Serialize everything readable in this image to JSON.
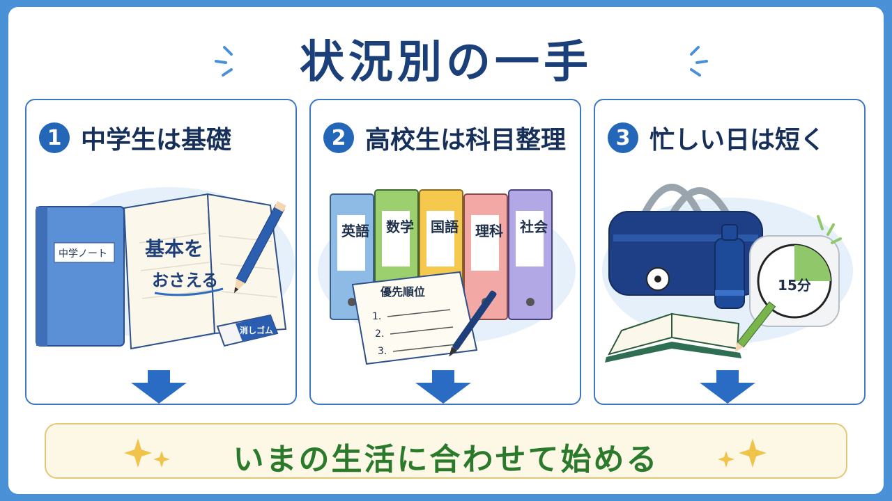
{
  "title": "状況別の一手",
  "panels": [
    {
      "number": "1",
      "heading": "中学生は基礎",
      "notebook_label": "中学ノート",
      "page_text_line1": "基本を",
      "page_text_line2": "おさえる",
      "eraser_label": "消しゴム"
    },
    {
      "number": "2",
      "heading": "高校生は科目整理",
      "binders": [
        "英語",
        "数学",
        "国語",
        "理科",
        "社会"
      ],
      "list_title": "優先順位",
      "list_items": [
        "1.",
        "2.",
        "3."
      ]
    },
    {
      "number": "3",
      "heading": "忙しい日は短く",
      "timer_label": "15分"
    }
  ],
  "banner": "いまの生活に合わせて始める",
  "colors": {
    "background": "#4a90d6",
    "accent": "#2466b8",
    "title": "#1b3f78",
    "banner_text": "#2b7a2b"
  }
}
